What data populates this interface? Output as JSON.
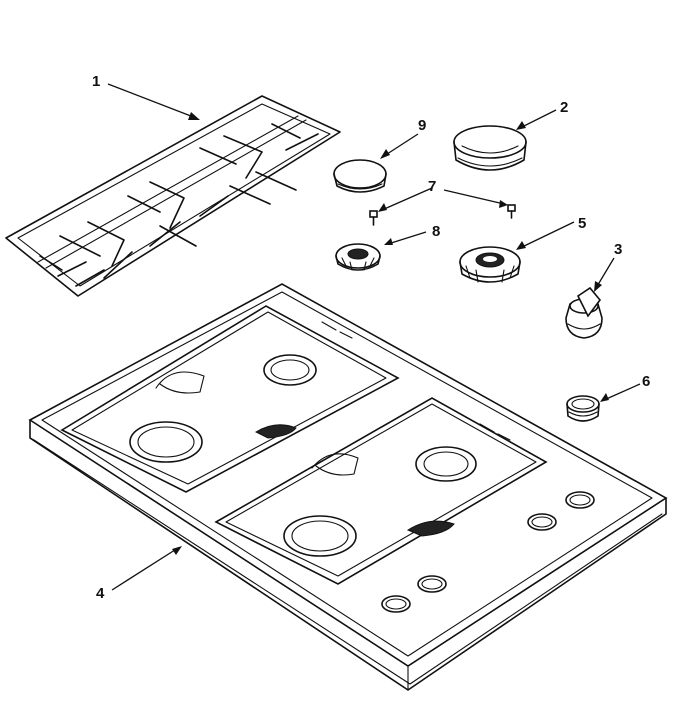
{
  "callouts": [
    {
      "id": "1",
      "label": "1",
      "part": "grate"
    },
    {
      "id": "2",
      "label": "2",
      "part": "large-burner-cap"
    },
    {
      "id": "3",
      "label": "3",
      "part": "control-knob"
    },
    {
      "id": "4",
      "label": "4",
      "part": "cooktop"
    },
    {
      "id": "5",
      "label": "5",
      "part": "large-burner-head"
    },
    {
      "id": "6",
      "label": "6",
      "part": "knob-bezel"
    },
    {
      "id": "7",
      "label": "7",
      "part": "screws"
    },
    {
      "id": "8",
      "label": "8",
      "part": "small-burner-head"
    },
    {
      "id": "9",
      "label": "9",
      "part": "small-burner-cap"
    }
  ],
  "colors": {
    "ink": "#111111",
    "paper": "#ffffff"
  }
}
